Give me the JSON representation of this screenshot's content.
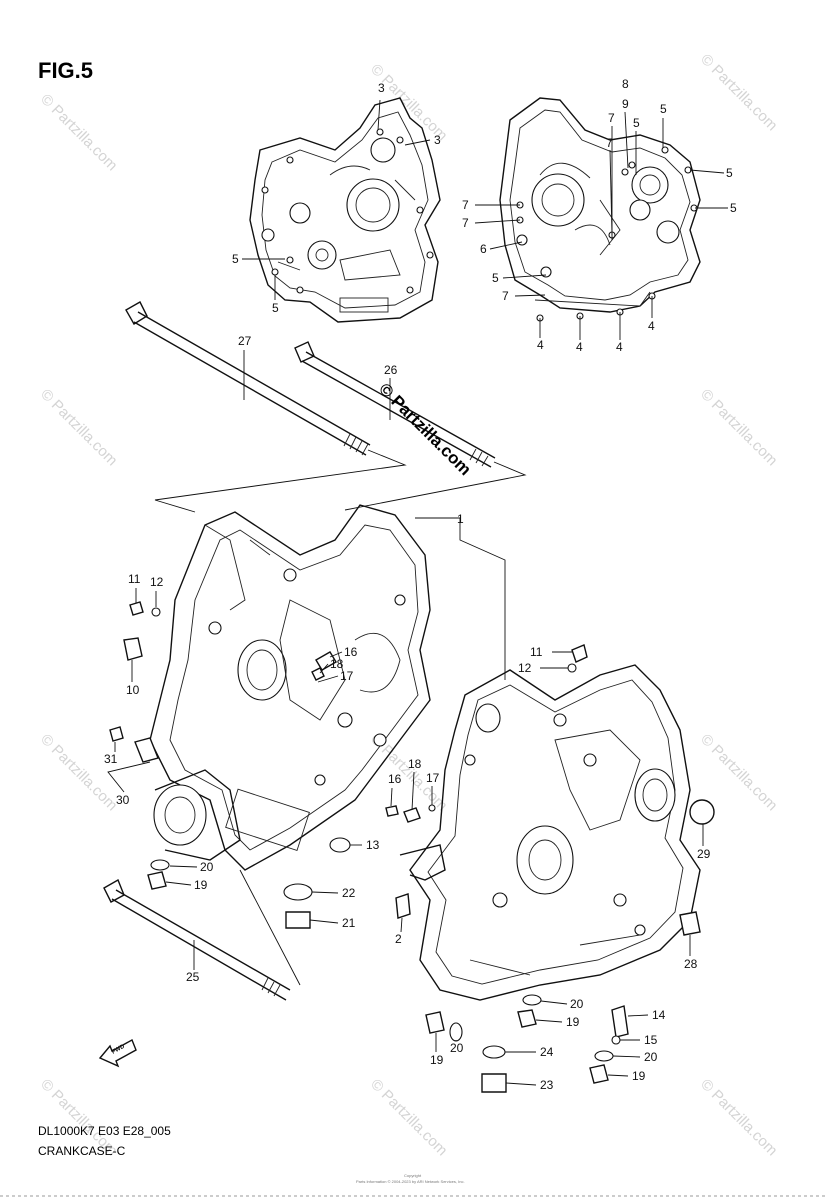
{
  "figure": {
    "title": "FIG.5",
    "model_code": "DL1000K7 E03 E28_005",
    "section": "CRANKCASE-C"
  },
  "watermark": {
    "text": "© Partzilla.com",
    "center_text": "© Partzilla.com",
    "copyright_line1": "Copyright",
    "copyright_line2": "Parts Information © 2004-2023 by ARI Network Services, Inc."
  },
  "icons": {
    "fwd_arrow": "FWD"
  },
  "callouts": [
    {
      "id": "c-3a",
      "text": "3"
    },
    {
      "id": "c-3b",
      "text": "3"
    },
    {
      "id": "c-5a",
      "text": "5"
    },
    {
      "id": "c-5b",
      "text": "5"
    },
    {
      "id": "c-8",
      "text": "8"
    },
    {
      "id": "c-9",
      "text": "9"
    },
    {
      "id": "c-5c",
      "text": "5"
    },
    {
      "id": "c-5d",
      "text": "5"
    },
    {
      "id": "c-5e",
      "text": "5"
    },
    {
      "id": "c-5f",
      "text": "5"
    },
    {
      "id": "c-7a",
      "text": "7"
    },
    {
      "id": "c-7b",
      "text": "7"
    },
    {
      "id": "c-7c",
      "text": "7"
    },
    {
      "id": "c-7d",
      "text": "7"
    },
    {
      "id": "c-7e",
      "text": "7"
    },
    {
      "id": "c-6",
      "text": "6"
    },
    {
      "id": "c-5g",
      "text": "5"
    },
    {
      "id": "c-4a",
      "text": "4"
    },
    {
      "id": "c-4b",
      "text": "4"
    },
    {
      "id": "c-4c",
      "text": "4"
    },
    {
      "id": "c-4d",
      "text": "4"
    },
    {
      "id": "c-27",
      "text": "27"
    },
    {
      "id": "c-26",
      "text": "26"
    },
    {
      "id": "c-1",
      "text": "1"
    },
    {
      "id": "c-11a",
      "text": "11"
    },
    {
      "id": "c-12a",
      "text": "12"
    },
    {
      "id": "c-10",
      "text": "10"
    },
    {
      "id": "c-16a",
      "text": "16"
    },
    {
      "id": "c-18a",
      "text": "18"
    },
    {
      "id": "c-17a",
      "text": "17"
    },
    {
      "id": "c-11b",
      "text": "11"
    },
    {
      "id": "c-12b",
      "text": "12"
    },
    {
      "id": "c-31",
      "text": "31"
    },
    {
      "id": "c-30",
      "text": "30"
    },
    {
      "id": "c-18b",
      "text": "18"
    },
    {
      "id": "c-16b",
      "text": "16"
    },
    {
      "id": "c-17b",
      "text": "17"
    },
    {
      "id": "c-13",
      "text": "13"
    },
    {
      "id": "c-29",
      "text": "29"
    },
    {
      "id": "c-20a",
      "text": "20"
    },
    {
      "id": "c-19a",
      "text": "19"
    },
    {
      "id": "c-22",
      "text": "22"
    },
    {
      "id": "c-21",
      "text": "21"
    },
    {
      "id": "c-2",
      "text": "2"
    },
    {
      "id": "c-28",
      "text": "28"
    },
    {
      "id": "c-25",
      "text": "25"
    },
    {
      "id": "c-20b",
      "text": "20"
    },
    {
      "id": "c-19b",
      "text": "19"
    },
    {
      "id": "c-14",
      "text": "14"
    },
    {
      "id": "c-15",
      "text": "15"
    },
    {
      "id": "c-20c",
      "text": "20"
    },
    {
      "id": "c-19c",
      "text": "19"
    },
    {
      "id": "c-19d",
      "text": "19"
    },
    {
      "id": "c-20d",
      "text": "20"
    },
    {
      "id": "c-24",
      "text": "24"
    },
    {
      "id": "c-23",
      "text": "23"
    }
  ]
}
